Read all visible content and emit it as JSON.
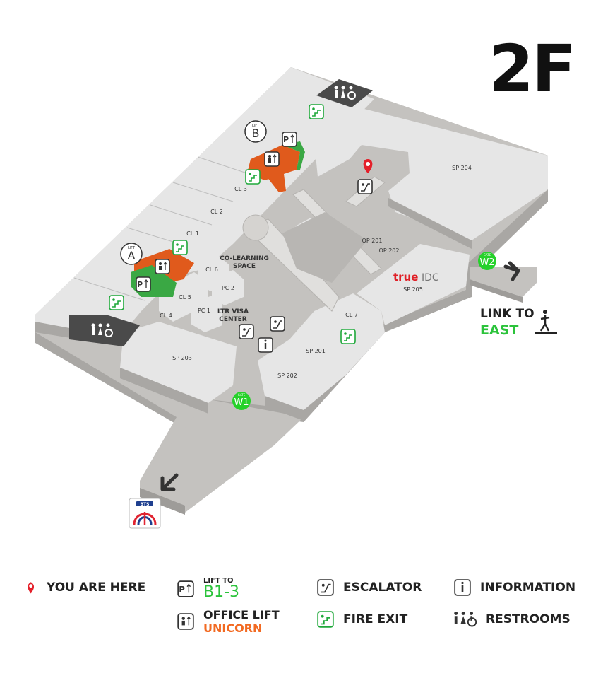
{
  "floor": "2F",
  "zones": {
    "sp204": "SP 204",
    "sp205": "SP 205",
    "sp203": "SP 203",
    "sp202": "SP 202",
    "sp201": "SP 201",
    "op201": "OP 201",
    "op202": "OP 202",
    "cl1": "CL 1",
    "cl2": "CL 2",
    "cl3": "CL 3",
    "cl4": "CL 4",
    "cl5": "CL 5",
    "cl6": "CL 6",
    "cl7": "CL 7",
    "pc1": "PC 1",
    "pc2": "PC 2",
    "co_learning_1": "CO-LEARNING",
    "co_learning_2": "SPACE",
    "ltr_visa_1": "LTR VISA",
    "ltr_visa_2": "CENTER"
  },
  "lifts": {
    "lift_a_small": "LIFT",
    "lift_a_letter": "A",
    "lift_b_small": "LIFT",
    "lift_b_letter": "B"
  },
  "gates": {
    "w1_small": "GATE",
    "w1": "W1",
    "w2_small": "GATE",
    "w2": "W2"
  },
  "brand": {
    "true": "true",
    "idc": "IDC"
  },
  "link_east": {
    "line1": "LINK TO",
    "line2": "EAST"
  },
  "bts_label": "BTS",
  "legend": {
    "you_are_here": "YOU ARE HERE",
    "lift_to_small": "LIFT TO",
    "lift_to_big": "B1-3",
    "office_lift": "OFFICE LIFT",
    "unicorn": "UNICORN",
    "escalator": "ESCALATOR",
    "fire_exit": "FIRE EXIT",
    "information": "INFORMATION",
    "restrooms": "RESTROOMS"
  },
  "colors": {
    "floor": "#c4c2bf",
    "room": "#e6e6e6",
    "room_side": "#a9a7a4",
    "dark_block": "#4a4a4a",
    "office_lift": "#e05a1c",
    "lift_green": "#3aa844",
    "gate_green": "#25d12a",
    "east_green": "#2bc33b",
    "here_red": "#e4202a",
    "true_red": "#e01f26"
  }
}
